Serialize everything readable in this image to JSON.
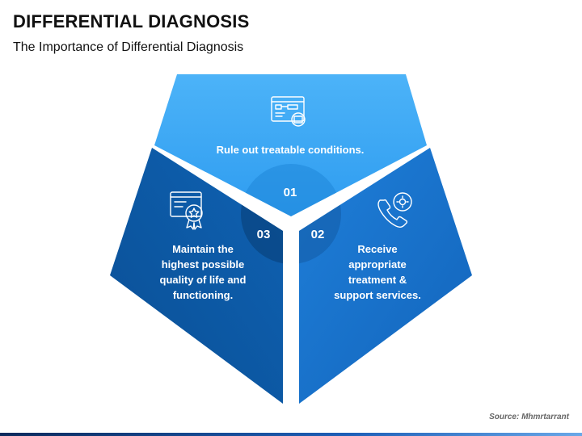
{
  "header": {
    "title": "DIFFERENTIAL DIAGNOSIS",
    "subtitle": "The Importance of Differential Diagnosis"
  },
  "segments": [
    {
      "number": "01",
      "text_lines": [
        "Rule out treatable conditions."
      ],
      "icon": "web-workflow-icon",
      "color": "#3aa8f5"
    },
    {
      "number": "02",
      "text_lines": [
        "Receive",
        "appropriate",
        "treatment &",
        "support services."
      ],
      "icon": "phone-support-icon",
      "color": "#1873cf"
    },
    {
      "number": "03",
      "text_lines": [
        "Maintain the",
        "highest possible",
        "quality of life and",
        "functioning."
      ],
      "icon": "certificate-award-icon",
      "color": "#0d5fae"
    }
  ],
  "footer": {
    "source": "Source: Mhmrtarrant"
  }
}
